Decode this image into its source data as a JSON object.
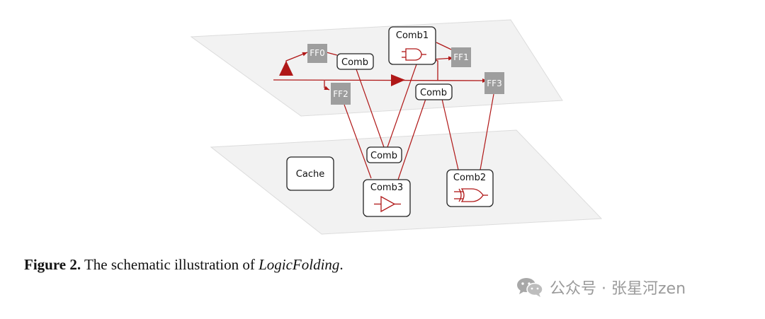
{
  "diagram": {
    "nodes": {
      "comb1": "Comb1",
      "ff0": "FF0",
      "ff1": "FF1",
      "ff2": "FF2",
      "ff3": "FF3",
      "comb_top_left": "Comb",
      "comb_top_right": "Comb",
      "comb_bottom_middle": "Comb",
      "cache": "Cache",
      "comb2": "Comb2",
      "comb3": "Comb3"
    },
    "colors": {
      "wire": "#b01818",
      "plane_fill": "#f2f2f2",
      "plane_stroke": "#dcdcdc",
      "ff_fill": "#9e9e9e",
      "box_stroke": "#222222"
    },
    "icons": {
      "comb1": "and-gate-icon",
      "comb2": "xor-gate-icon",
      "comb3": "buffer-gate-icon",
      "clock_source": "triangle-source-icon",
      "clock_buffer": "buffer-triangle-icon"
    }
  },
  "caption": {
    "label": "Figure 2.",
    "text": "The schematic illustration of",
    "name": "LogicFolding",
    "end": "."
  },
  "watermark": {
    "text": "公众号 · 张星河zen",
    "icon": "wechat-icon"
  }
}
